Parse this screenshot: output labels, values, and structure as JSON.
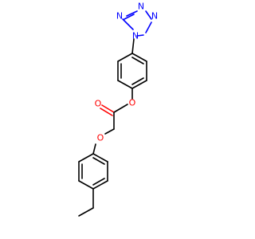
{
  "colors": {
    "carbon": "#000000",
    "nitrogen": "#0000ff",
    "oxygen": "#ff0000",
    "background": "#ffffff"
  },
  "atoms": {
    "n1": "N",
    "n2": "N",
    "n3": "N",
    "n4": "N",
    "o_ester": "O",
    "o_carbonyl": "O",
    "o_ether": "O"
  }
}
